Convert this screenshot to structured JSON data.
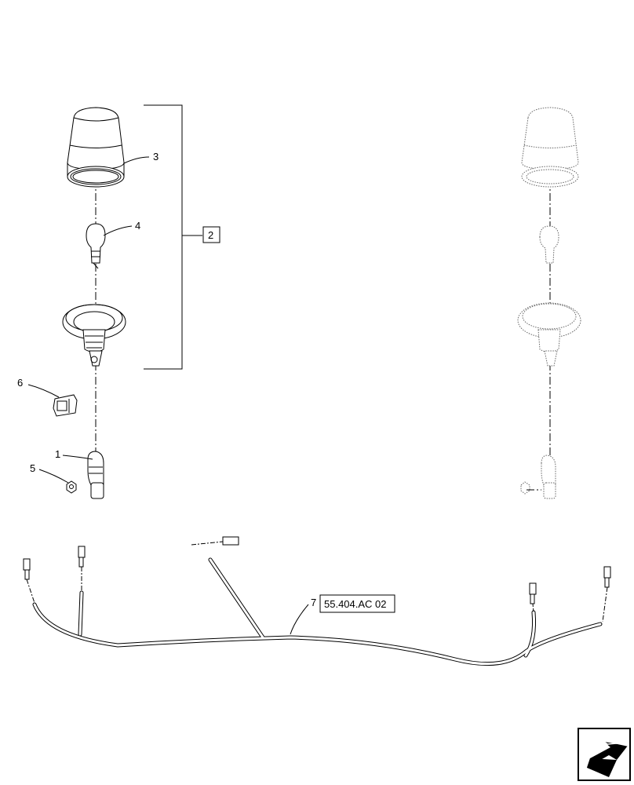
{
  "callouts": {
    "part_1": "1",
    "part_2": "2",
    "part_3": "3",
    "part_4": "4",
    "part_5": "5",
    "part_6": "6",
    "part_7": "7"
  },
  "reference": "55.404.AC 02",
  "icons": {
    "nav_arrow": "nav-arrow-icon"
  }
}
